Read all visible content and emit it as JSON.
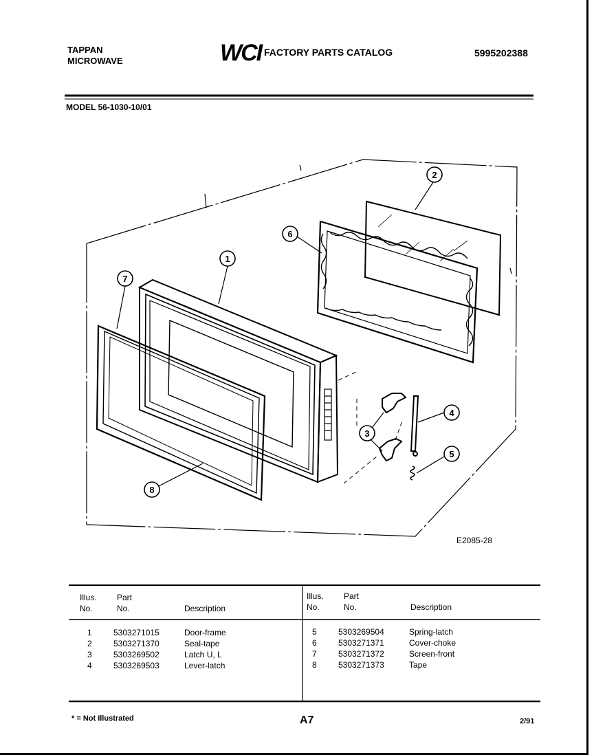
{
  "header": {
    "brand_line1": "TAPPAN",
    "brand_line2": "MICROWAVE",
    "logo": "WCI",
    "catalog_title": "FACTORY PARTS CATALOG",
    "doc_number": "5995202388"
  },
  "model": "MODEL 56-1030-10/01",
  "figure": {
    "code": "E2085-28",
    "callouts": [
      "1",
      "2",
      "3",
      "4",
      "5",
      "6",
      "7",
      "8"
    ]
  },
  "table": {
    "headers": {
      "illus_line1": "Illus.",
      "illus_line2": "No.",
      "part_line1": "Part",
      "part_line2": "No.",
      "description": "Description"
    },
    "left_rows": [
      {
        "illus": "1",
        "part": "5303271015",
        "desc": "Door-frame"
      },
      {
        "illus": "2",
        "part": "5303271370",
        "desc": "Seal-tape"
      },
      {
        "illus": "3",
        "part": "5303269502",
        "desc": "Latch U, L"
      },
      {
        "illus": "4",
        "part": "5303269503",
        "desc": "Lever-latch"
      }
    ],
    "right_rows": [
      {
        "illus": "5",
        "part": "5303269504",
        "desc": "Spring-latch"
      },
      {
        "illus": "6",
        "part": "5303271371",
        "desc": "Cover-choke"
      },
      {
        "illus": "7",
        "part": "5303271372",
        "desc": "Screen-front"
      },
      {
        "illus": "8",
        "part": "5303271373",
        "desc": "Tape"
      }
    ]
  },
  "footer": {
    "note": "* = Not Illustrated",
    "page": "A7",
    "date": "2/91"
  }
}
